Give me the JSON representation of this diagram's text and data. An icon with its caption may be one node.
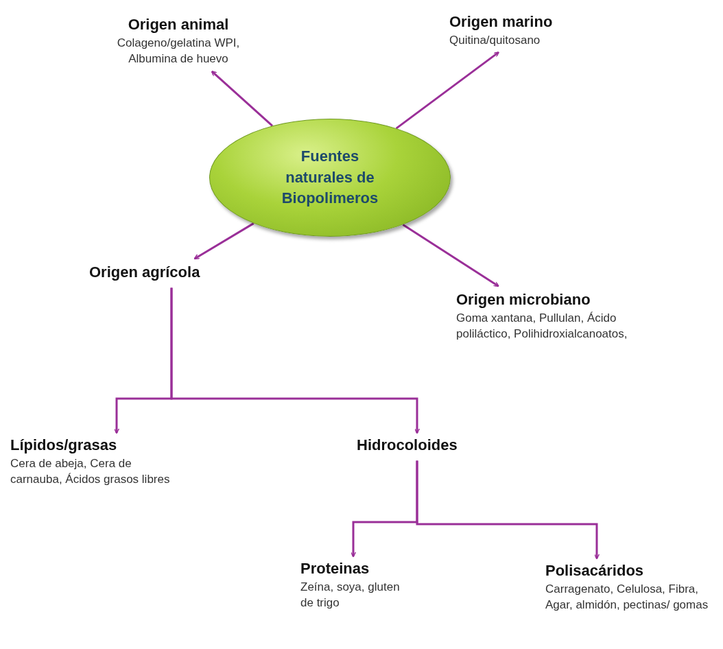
{
  "diagram": {
    "nodes": [
      {
        "text": [
          "Fuentes naturales de Biopolimeros"
        ]
      },
      {
        "text": [
          "Origen animal",
          "Colageno/gelatina WPI, Albumina de huevo"
        ]
      },
      {
        "text": [
          "Origen marino",
          "Quitina/quitosano"
        ]
      },
      {
        "text": [
          "Origen agrícola"
        ]
      },
      {
        "text": [
          "Origen microbiano",
          "Goma xantana, Pullulan, Ácido poliláctico, Polihidroxialcanoatos,"
        ]
      },
      {
        "text": [
          "Lípidos/grasas",
          "Cera de abeja, Cera de carnauba, Ácidos grasos libres"
        ]
      },
      {
        "text": [
          "Hidrocoloides"
        ]
      },
      {
        "text": [
          "Proteinas",
          "Zeína, soya, gluten de trigo"
        ]
      },
      {
        "text": [
          "Polisacáridos",
          "Carragenato, Celulosa, Fibra, Agar, almidón, pectinas/ gomas"
        ]
      }
    ],
    "edges": [
      {
        "from": 0,
        "to": 1,
        "arrow": "to"
      },
      {
        "from": 0,
        "to": 2,
        "arrow": "to"
      },
      {
        "from": 0,
        "to": 3,
        "arrow": "to"
      },
      {
        "from": 0,
        "to": 4,
        "arrow": "to"
      },
      {
        "from": 3,
        "to": 5,
        "arrow": "to"
      },
      {
        "from": 3,
        "to": 6,
        "arrow": "to"
      },
      {
        "from": 6,
        "to": 7,
        "arrow": "to"
      },
      {
        "from": 6,
        "to": 8,
        "arrow": "to"
      }
    ]
  }
}
